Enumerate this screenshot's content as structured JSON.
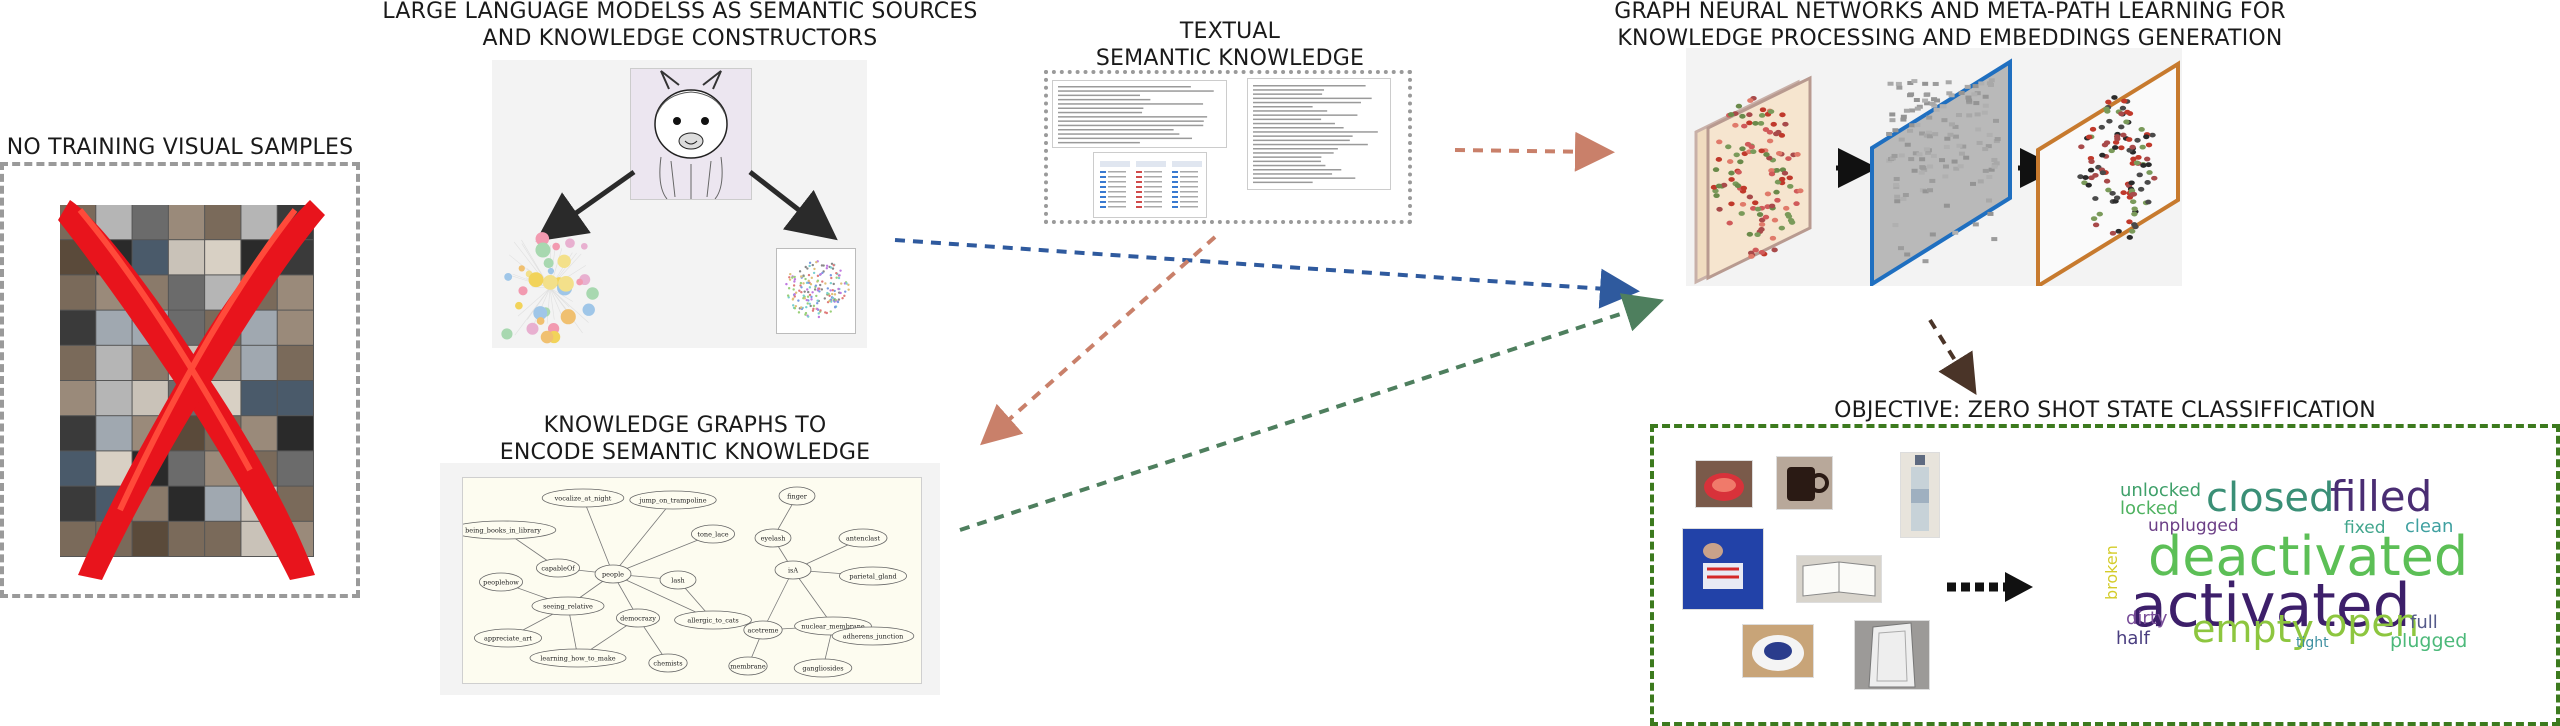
{
  "titles": {
    "no_training_samples": "NO TRAINING VISUAL  SAMPLES",
    "llm_sources_l1": "LARGE LANGUAGE MODELSS AS SEMANTIC SOURCES",
    "llm_sources_l2": "AND KNOWLEDGE CONSTRUCTORS",
    "textual_l1": "TEXTUAL",
    "textual_l2": "SEMANTIC KNOWLEDGE",
    "gnn_l1": "GRAPH NEURAL NETWORKS  AND META-PATH LEARNING FOR",
    "gnn_l2": "KNOWLEDGE PROCESSING AND EMBEDDINGS GENERATION",
    "kg_l1": "KNOWLEDGE GRAPHS  TO",
    "kg_l2": "ENCODE  SEMANTIC KNOWLEDGE",
    "objective": "OBJECTIVE:  ZERO SHOT STATE CLASSIFFICATION"
  },
  "kg_nodes": [
    "vocalize_at_night",
    "jump_on_trampoline",
    "finger",
    "being_books_in_library",
    "tone_lace",
    "eyelash",
    "antenclast",
    "capableOf",
    "isA",
    "people",
    "lash",
    "parietal_gland",
    "peoplehow",
    "seeing_relative",
    "democrazy",
    "allergic_to_cats",
    "acetreme",
    "nuclear_membrane",
    "adherens_junction",
    "appreciate_art",
    "learning_how_to_make",
    "chemists",
    "membrane",
    "gangliosides"
  ],
  "wordcloud": [
    {
      "text": "unlocked",
      "color": "#3fa06a"
    },
    {
      "text": "closed",
      "color": "#3a8f76"
    },
    {
      "text": "filled",
      "color": "#4a2d73"
    },
    {
      "text": "locked",
      "color": "#4fb260"
    },
    {
      "text": "unplugged",
      "color": "#6b3e86"
    },
    {
      "text": "deactivated",
      "color": "#5cbf56"
    },
    {
      "text": "fixed",
      "color": "#40a58c"
    },
    {
      "text": "clean",
      "color": "#3fa0a0"
    },
    {
      "text": "activated",
      "color": "#3d1f6a"
    },
    {
      "text": "broken",
      "color": "#d4cc2a"
    },
    {
      "text": "dirty",
      "color": "#7a4f9a"
    },
    {
      "text": "empty",
      "color": "#8dc63f"
    },
    {
      "text": "open",
      "color": "#8dc63f"
    },
    {
      "text": "full",
      "color": "#555a8a"
    },
    {
      "text": "half",
      "color": "#4a3e80"
    },
    {
      "text": "tight",
      "color": "#3d8fa0"
    },
    {
      "text": "plugged",
      "color": "#4cb97a"
    }
  ],
  "colors": {
    "cross_red": "#e8141c",
    "arrow_blue": "#2f5a9e",
    "arrow_salmon": "#c9806a",
    "arrow_green": "#4e7f5e",
    "arrow_brown": "#4a3428",
    "frame_blue": "#1f6fc0",
    "frame_orange": "#c77a2e",
    "objective_green": "#3c7a1e"
  }
}
